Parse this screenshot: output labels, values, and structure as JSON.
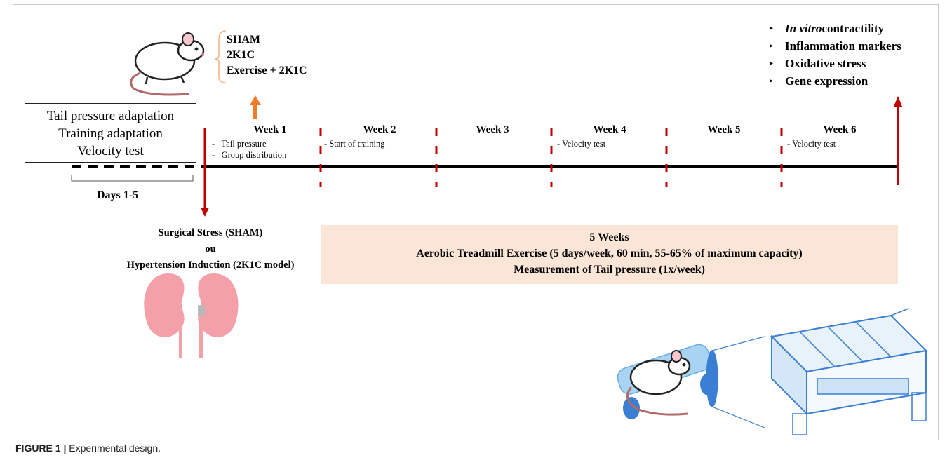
{
  "pre_phase": {
    "box_lines": [
      "Tail pressure adaptation",
      "Training adaptation",
      "Velocity test"
    ],
    "days_label": "Days 1-5"
  },
  "groups": [
    "SHAM",
    "2K1C",
    "Exercise + 2K1C"
  ],
  "weeks": [
    {
      "label": "Week 1",
      "notes": [
        "Tail pressure",
        "Group distribution"
      ]
    },
    {
      "label": "Week 2",
      "notes": [
        "Start of training"
      ]
    },
    {
      "label": "Week 3",
      "notes": []
    },
    {
      "label": "Week 4",
      "notes": [
        "Velocity test"
      ]
    },
    {
      "label": "Week 5",
      "notes": []
    },
    {
      "label": "Week 6",
      "notes": [
        "Velocity test"
      ]
    }
  ],
  "outcomes": [
    {
      "italic": "In vitro",
      "rest": " contractility"
    },
    {
      "italic": "",
      "rest": "Inflammation markers"
    },
    {
      "italic": "",
      "rest": "Oxidative stress"
    },
    {
      "italic": "",
      "rest": "Gene expression"
    }
  ],
  "surgery_lines": [
    "Surgical Stress (SHAM)",
    "ou",
    "Hypertension Induction (2K1C model)"
  ],
  "protocol_lines": [
    "5 Weeks",
    "Aerobic Treadmill Exercise (5 days/week, 60 min, 55-65% of maximum capacity)",
    "Measurement of Tail pressure (1x/week)"
  ],
  "caption": {
    "label": "FIGURE 1 |",
    "text": " Experimental design."
  },
  "icons": [
    "rat-icon",
    "kidneys-icon",
    "rat-on-treadmill-icon",
    "treadmill-machine-icon"
  ],
  "colors": {
    "timeline": "#000000",
    "week_divider": "#c00000",
    "arrow_red": "#c00000",
    "arrow_orange": "#f07c2a",
    "protocol_bg": "#fbe5d6",
    "kidney": "#f4a0a8",
    "machine": "#3a7fd4"
  }
}
